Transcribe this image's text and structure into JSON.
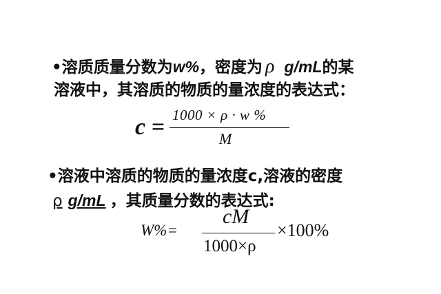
{
  "section1": {
    "bullet": "•",
    "line1_text_a": "溶质质量分数为",
    "line1_w": "w%",
    "line1_text_b": "，密度为",
    "line1_rho": "ρ",
    "line1_unit": "g/mL",
    "line1_text_c": "的某",
    "line2": "溶液中，其溶质的物质的量浓度的表达式："
  },
  "formula1": {
    "lhs": "c =",
    "numerator": "1000 × ρ · w %",
    "denominator": "M"
  },
  "section2": {
    "bullet": "•",
    "line1": "溶液中溶质的物质的量浓度c,溶液的密度",
    "line2_rho": "ρ",
    "line2_unit": "g/mL",
    "line2_text": "，其质量分数的表达式:"
  },
  "formula2": {
    "lhs": "W%=",
    "numerator": "cM",
    "denominator": "1000×ρ",
    "tail": "×100%"
  }
}
